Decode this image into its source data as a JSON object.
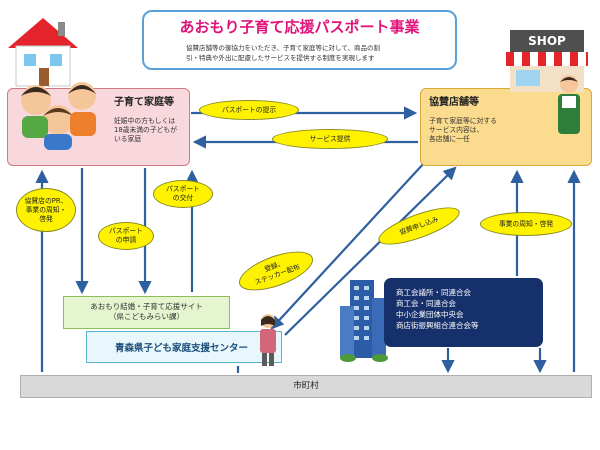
{
  "title": "あおもり子育て応援パスポート事業",
  "description": {
    "line1": "協賛店舗等の御協力をいただき、子育て家庭等に対して、商品の割",
    "line2": "引・特典や外出に配慮したサービスを提供する制度を実現します"
  },
  "family": {
    "title": "子育て家庭等",
    "desc1": "妊娠中の方もしくは",
    "desc2": "18歳未満の子どもが",
    "desc3": "いる家庭"
  },
  "shop": {
    "title": "協賛店舗等",
    "sign": "SHOP",
    "desc1": "子育て家庭等に対する",
    "desc2": "サービス内容は、",
    "desc3": "各店舗に一任"
  },
  "labels": {
    "passport_present": "パスポートの提示",
    "service": "サービス提供",
    "pr": [
      "協賛店のPR、",
      "事業の周知・",
      "啓発"
    ],
    "passport_issue": [
      "パスポート",
      "の交付"
    ],
    "passport_apply": [
      "パスポート",
      "の申請"
    ],
    "registration": [
      "登録、",
      "ステッカー配布"
    ],
    "sponsor_apply": "協賛申し込み",
    "business_promo": "事業の周知・啓発"
  },
  "site": {
    "line1": "あおもり結婚・子育て応援サイト",
    "line2": "（県こどもみらい課）"
  },
  "center": "青森県子ども家庭支援センター",
  "associations": [
    "商工会議所・同連合会",
    "商工会・同連合会",
    "中小企業団体中央会",
    "商店街振興組合連合会等"
  ],
  "city": "市町村",
  "colors": {
    "arrow": "#2e5f9e",
    "title_pink": "#e0147a",
    "ellipse_yellow": "#fff200",
    "family_bg": "#f9d8dd",
    "shop_bg": "#fbdc8e",
    "assoc_bg": "#16306b"
  }
}
